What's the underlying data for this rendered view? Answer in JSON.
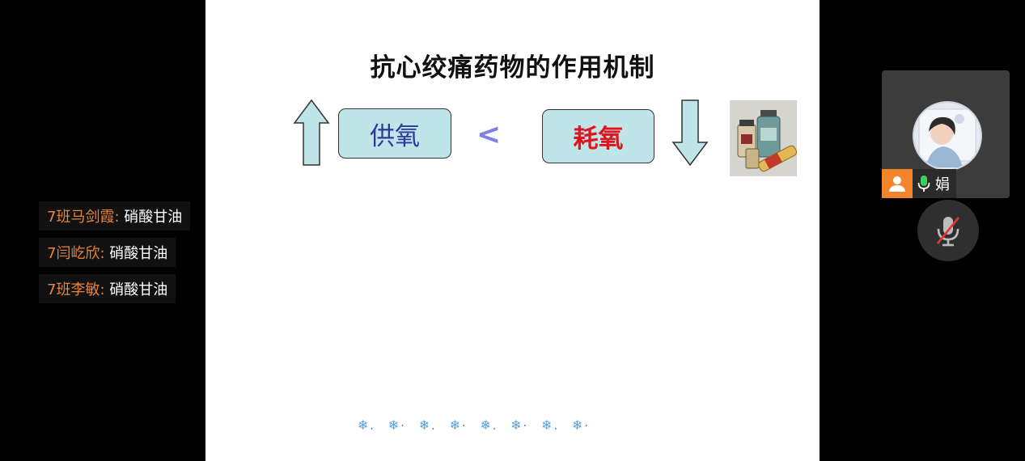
{
  "slide": {
    "title": "抗心绞痛药物的作用机制",
    "supply_label": "供氧",
    "comparison_symbol": "<",
    "demand_label": "耗氧",
    "snowflakes": [
      {
        "icon": "❄",
        "dot": "."
      },
      {
        "icon": "❄",
        "dot": "·"
      },
      {
        "icon": "❄",
        "dot": "."
      },
      {
        "icon": "❄",
        "dot": "·"
      },
      {
        "icon": "❄",
        "dot": "."
      },
      {
        "icon": "❄",
        "dot": "·"
      },
      {
        "icon": "❄",
        "dot": "."
      },
      {
        "icon": "❄",
        "dot": "·"
      }
    ]
  },
  "chat": {
    "messages": [
      {
        "name": "7班马剑霞:",
        "text": " 硝酸甘油"
      },
      {
        "name": "7闫屹欣:",
        "text": " 硝酸甘油"
      },
      {
        "name": "7班李敏:",
        "text": " 硝酸甘油"
      }
    ]
  },
  "participant": {
    "name": "娟",
    "host_icon": "person-icon",
    "mic_icon": "microphone-icon"
  },
  "controls": {
    "mute_icon": "microphone-muted-icon"
  },
  "colors": {
    "background": "#000000",
    "slide": "#ffffff",
    "box_fill": "#bfe5e8",
    "supply_text": "#2b3a9a",
    "demand_text": "#e0141e",
    "chat_name": "#e8843b",
    "host_badge": "#f2842b"
  }
}
